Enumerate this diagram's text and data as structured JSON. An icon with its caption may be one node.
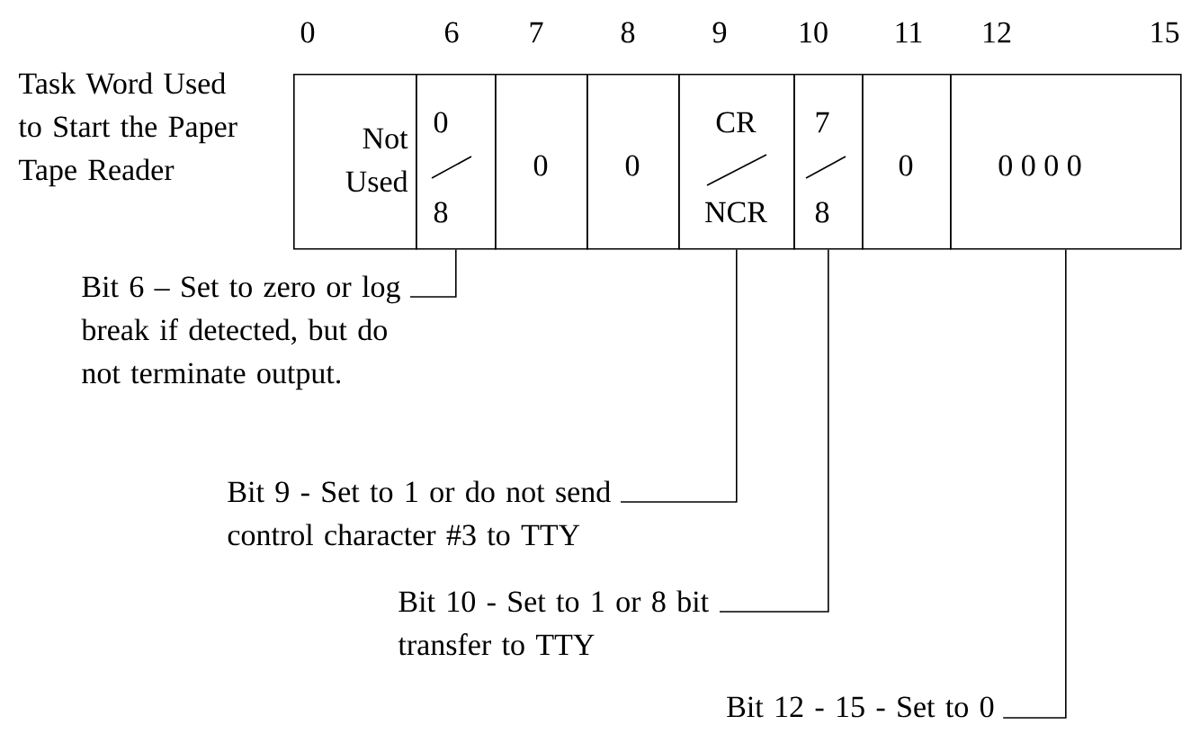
{
  "diagram": {
    "nodes": [
      {
        "text": [
          "Not Used"
        ]
      },
      {
        "text": [
          "0",
          "8"
        ]
      },
      {
        "text": [
          "0"
        ]
      },
      {
        "text": [
          "0"
        ]
      },
      {
        "text": [
          "CR",
          "NCR"
        ]
      },
      {
        "text": [
          "7",
          "8"
        ]
      },
      {
        "text": [
          "0"
        ]
      },
      {
        "text": [
          "0 0 0 0"
        ]
      },
      {
        "text": [
          "Bit 6 – Set to zero or log break if detected, but do not terminate output."
        ]
      },
      {
        "text": [
          "Bit 9 - Set to 1 or do not send control character #3 to TTY"
        ]
      },
      {
        "text": [
          "Bit 10 - Set to 1 or 8 bit transfer to TTY"
        ]
      },
      {
        "text": [
          "Bit 12 - 15 - Set to 0"
        ]
      }
    ],
    "edges": [
      {
        "from": 8,
        "to": 1,
        "arrow": "none"
      },
      {
        "from": 9,
        "to": 4,
        "arrow": "none"
      },
      {
        "from": 10,
        "to": 5,
        "arrow": "none"
      },
      {
        "from": 11,
        "to": 7,
        "arrow": "none"
      }
    ],
    "labels": [
      "0",
      "6",
      "7",
      "8",
      "9",
      "10",
      "11",
      "12",
      "15",
      "Task Word Used to Start the Paper Tape Reader"
    ]
  }
}
